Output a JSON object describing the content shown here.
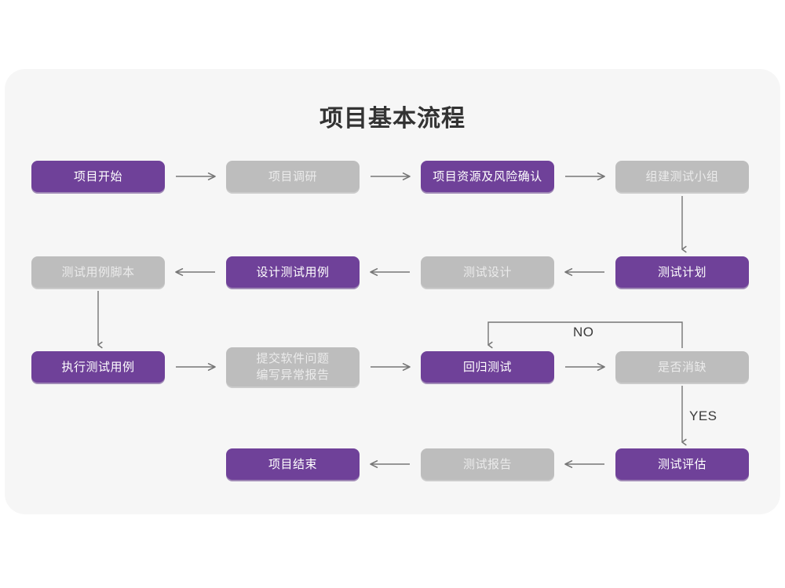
{
  "title": "项目基本流程",
  "colors": {
    "page_background": "#ffffff",
    "card_background": "#f6f6f6",
    "node_active": "#6f4199",
    "node_inactive": "#bdbdbd",
    "node_active_text": "#ffffff",
    "node_inactive_text": "#ebebeb",
    "connector": "#767676",
    "title_text": "#333333"
  },
  "nodes": {
    "project_start": {
      "label": "项目开始",
      "state": "purple"
    },
    "project_research": {
      "label": "项目调研",
      "state": "gray"
    },
    "resource_risk_confirm": {
      "label": "项目资源及风险确认",
      "state": "purple"
    },
    "build_test_team": {
      "label": "组建测试小组",
      "state": "gray"
    },
    "test_case_script": {
      "label": "测试用例脚本",
      "state": "gray"
    },
    "design_test_case": {
      "label": "设计测试用例",
      "state": "purple"
    },
    "test_design": {
      "label": "测试设计",
      "state": "gray"
    },
    "test_plan": {
      "label": "测试计划",
      "state": "purple"
    },
    "execute_test_case": {
      "label": "执行测试用例",
      "state": "purple"
    },
    "submit_issue_report": {
      "label": "提交软件问题\n编写异常报告",
      "state": "gray"
    },
    "regression_test": {
      "label": "回归测试",
      "state": "purple"
    },
    "defect_cleared": {
      "label": "是否消缺",
      "state": "gray"
    },
    "project_end": {
      "label": "项目结束",
      "state": "purple"
    },
    "test_report": {
      "label": "测试报告",
      "state": "gray"
    },
    "test_evaluation": {
      "label": "测试评估",
      "state": "purple"
    }
  },
  "edge_labels": {
    "no_branch": "NO",
    "yes_branch": "YES"
  },
  "chart_data": {
    "type": "diagram",
    "diagram_kind": "flowchart",
    "title": "项目基本流程",
    "node_order": [
      "项目开始",
      "项目调研",
      "项目资源及风险确认",
      "组建测试小组",
      "测试计划",
      "测试设计",
      "设计测试用例",
      "测试用例脚本",
      "执行测试用例",
      "提交软件问题 编写异常报告",
      "回归测试",
      "是否消缺",
      "测试评估",
      "测试报告",
      "项目结束"
    ],
    "edges": [
      {
        "from": "项目开始",
        "to": "项目调研",
        "label": "",
        "direction": "right"
      },
      {
        "from": "项目调研",
        "to": "项目资源及风险确认",
        "label": "",
        "direction": "right"
      },
      {
        "from": "项目资源及风险确认",
        "to": "组建测试小组",
        "label": "",
        "direction": "right"
      },
      {
        "from": "组建测试小组",
        "to": "测试计划",
        "label": "",
        "direction": "down"
      },
      {
        "from": "测试计划",
        "to": "测试设计",
        "label": "",
        "direction": "left"
      },
      {
        "from": "测试设计",
        "to": "设计测试用例",
        "label": "",
        "direction": "left"
      },
      {
        "from": "设计测试用例",
        "to": "测试用例脚本",
        "label": "",
        "direction": "left"
      },
      {
        "from": "测试用例脚本",
        "to": "执行测试用例",
        "label": "",
        "direction": "down"
      },
      {
        "from": "执行测试用例",
        "to": "提交软件问题 编写异常报告",
        "label": "",
        "direction": "right"
      },
      {
        "from": "提交软件问题 编写异常报告",
        "to": "回归测试",
        "label": "",
        "direction": "right"
      },
      {
        "from": "回归测试",
        "to": "是否消缺",
        "label": "",
        "direction": "right"
      },
      {
        "from": "是否消缺",
        "to": "回归测试",
        "label": "NO",
        "direction": "up-left-down"
      },
      {
        "from": "是否消缺",
        "to": "测试评估",
        "label": "YES",
        "direction": "down"
      },
      {
        "from": "测试评估",
        "to": "测试报告",
        "label": "",
        "direction": "left"
      },
      {
        "from": "测试报告",
        "to": "项目结束",
        "label": "",
        "direction": "left"
      }
    ],
    "states": {
      "purple": [
        "项目开始",
        "项目资源及风险确认",
        "测试计划",
        "设计测试用例",
        "执行测试用例",
        "回归测试",
        "测试评估",
        "项目结束"
      ],
      "gray": [
        "项目调研",
        "组建测试小组",
        "测试设计",
        "测试用例脚本",
        "提交软件问题 编写异常报告",
        "是否消缺",
        "测试报告"
      ]
    }
  }
}
